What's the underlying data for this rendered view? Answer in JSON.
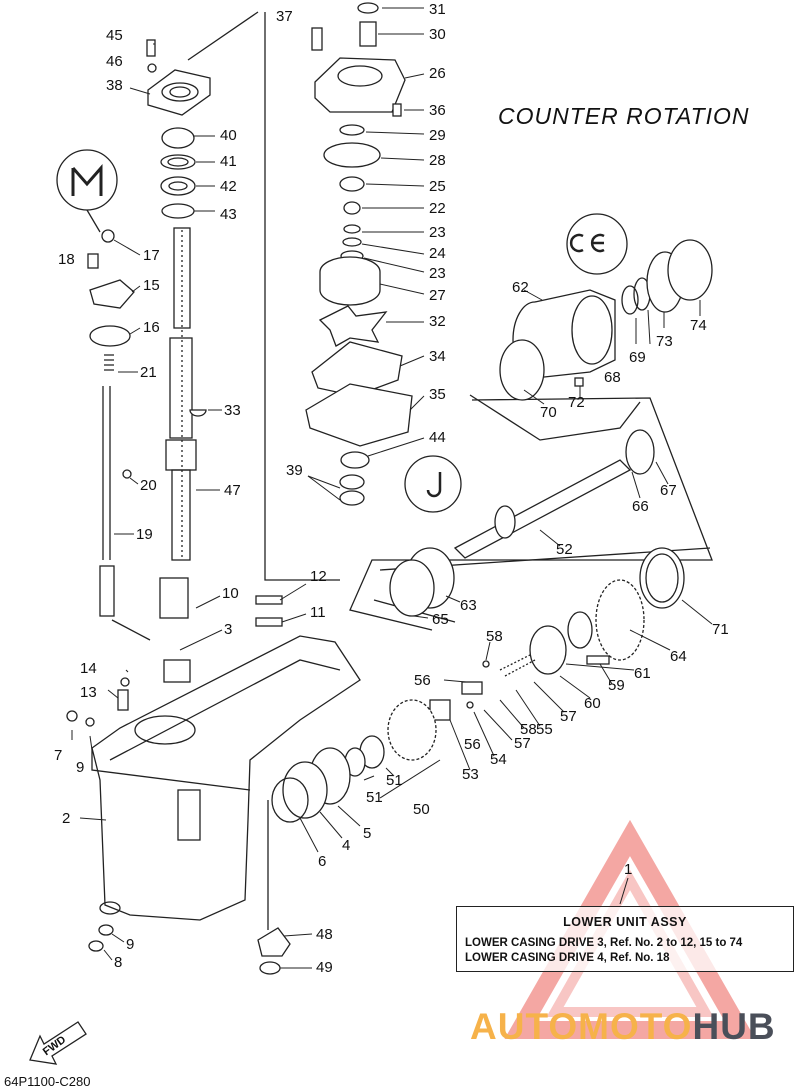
{
  "title": "COUNTER ROTATION",
  "assembly": {
    "ref": "1",
    "heading": "LOWER UNIT ASSY",
    "line1": "LOWER CASING DRIVE 3, Ref. No. 2 to 12, 15 to 74",
    "line2": "LOWER CASING DRIVE 4, Ref. No. 18"
  },
  "diagram_code": "64P1100-C280",
  "fwd_label": "FWD",
  "watermark": {
    "part1": "AUTOMOTO",
    "part2": "HUB",
    "colors": {
      "orange": "#f6b24a",
      "gray": "#4a4f59",
      "red": "#e8433a"
    }
  },
  "callouts": [
    "45",
    "46",
    "38",
    "40",
    "41",
    "42",
    "43",
    "17",
    "18",
    "15",
    "16",
    "21",
    "33",
    "20",
    "47",
    "19",
    "37",
    "31",
    "30",
    "26",
    "36",
    "29",
    "28",
    "25",
    "22",
    "23",
    "24",
    "23",
    "27",
    "32",
    "34",
    "35",
    "44",
    "39",
    "62",
    "74",
    "73",
    "69",
    "68",
    "72",
    "70",
    "67",
    "66",
    "52",
    "12",
    "11",
    "10",
    "3",
    "63",
    "65",
    "71",
    "58",
    "56",
    "64",
    "61",
    "59",
    "60",
    "57",
    "55",
    "58",
    "57",
    "54",
    "56",
    "53",
    "14",
    "13",
    "7",
    "9",
    "51",
    "51",
    "50",
    "5",
    "4",
    "6",
    "2",
    "48",
    "49",
    "9",
    "8"
  ]
}
